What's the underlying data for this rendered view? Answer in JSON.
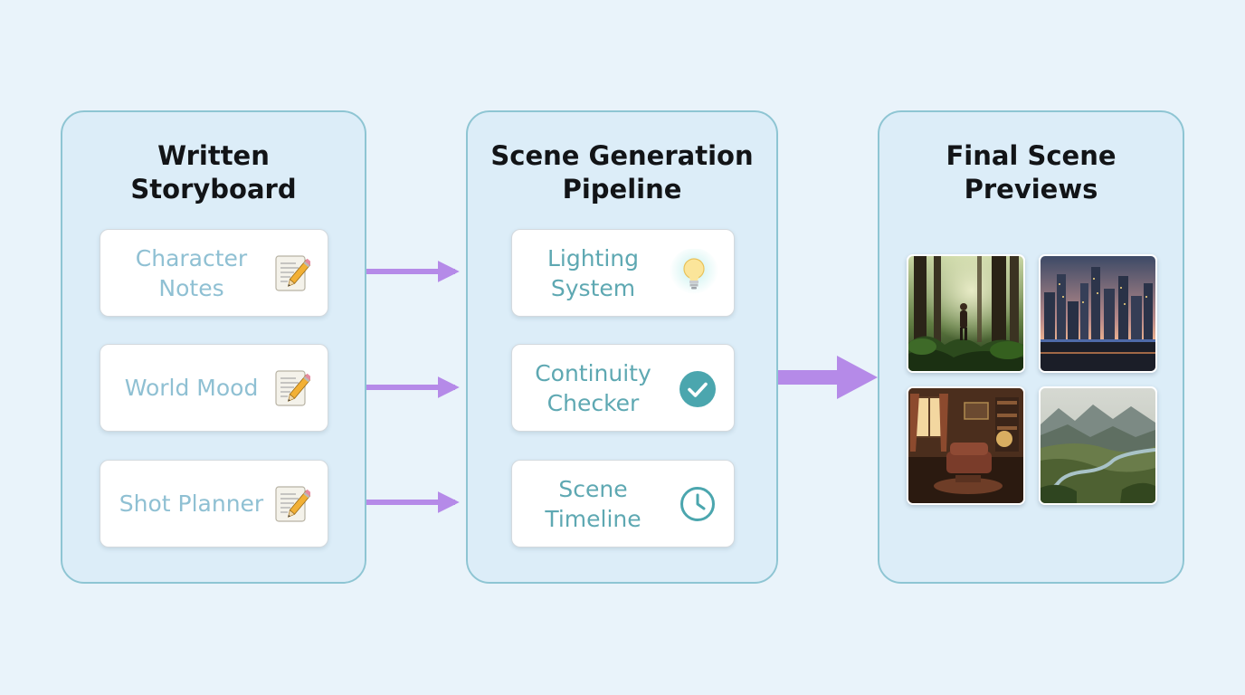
{
  "storyboard": {
    "title": "Written\nStoryboard",
    "items": [
      {
        "label": "Character\nNotes",
        "icon": "memo-pencil-icon"
      },
      {
        "label": "World Mood",
        "icon": "memo-pencil-icon"
      },
      {
        "label": "Shot Planner",
        "icon": "memo-pencil-icon"
      }
    ]
  },
  "pipeline": {
    "title": "Scene Generation\nPipeline",
    "items": [
      {
        "label": "Lighting\nSystem",
        "icon": "lightbulb-icon"
      },
      {
        "label": "Continuity\nChecker",
        "icon": "check-circle-icon"
      },
      {
        "label": "Scene\nTimeline",
        "icon": "clock-icon"
      }
    ]
  },
  "previews": {
    "title": "Final Scene\nPreviews",
    "images": [
      {
        "subject": "forest-explorer-image"
      },
      {
        "subject": "night-city-image"
      },
      {
        "subject": "cozy-interior-image"
      },
      {
        "subject": "river-valley-image"
      }
    ]
  },
  "colors": {
    "background": "#e9f3fa",
    "panel_fill": "#dcedf8",
    "panel_border": "#8ec5d3",
    "arrow": "#b58ae8",
    "accent_teal": "#4ba6ae",
    "storyboard_text": "#8fc0d3",
    "pipeline_text": "#5ea8b2",
    "title_text": "#121417"
  }
}
